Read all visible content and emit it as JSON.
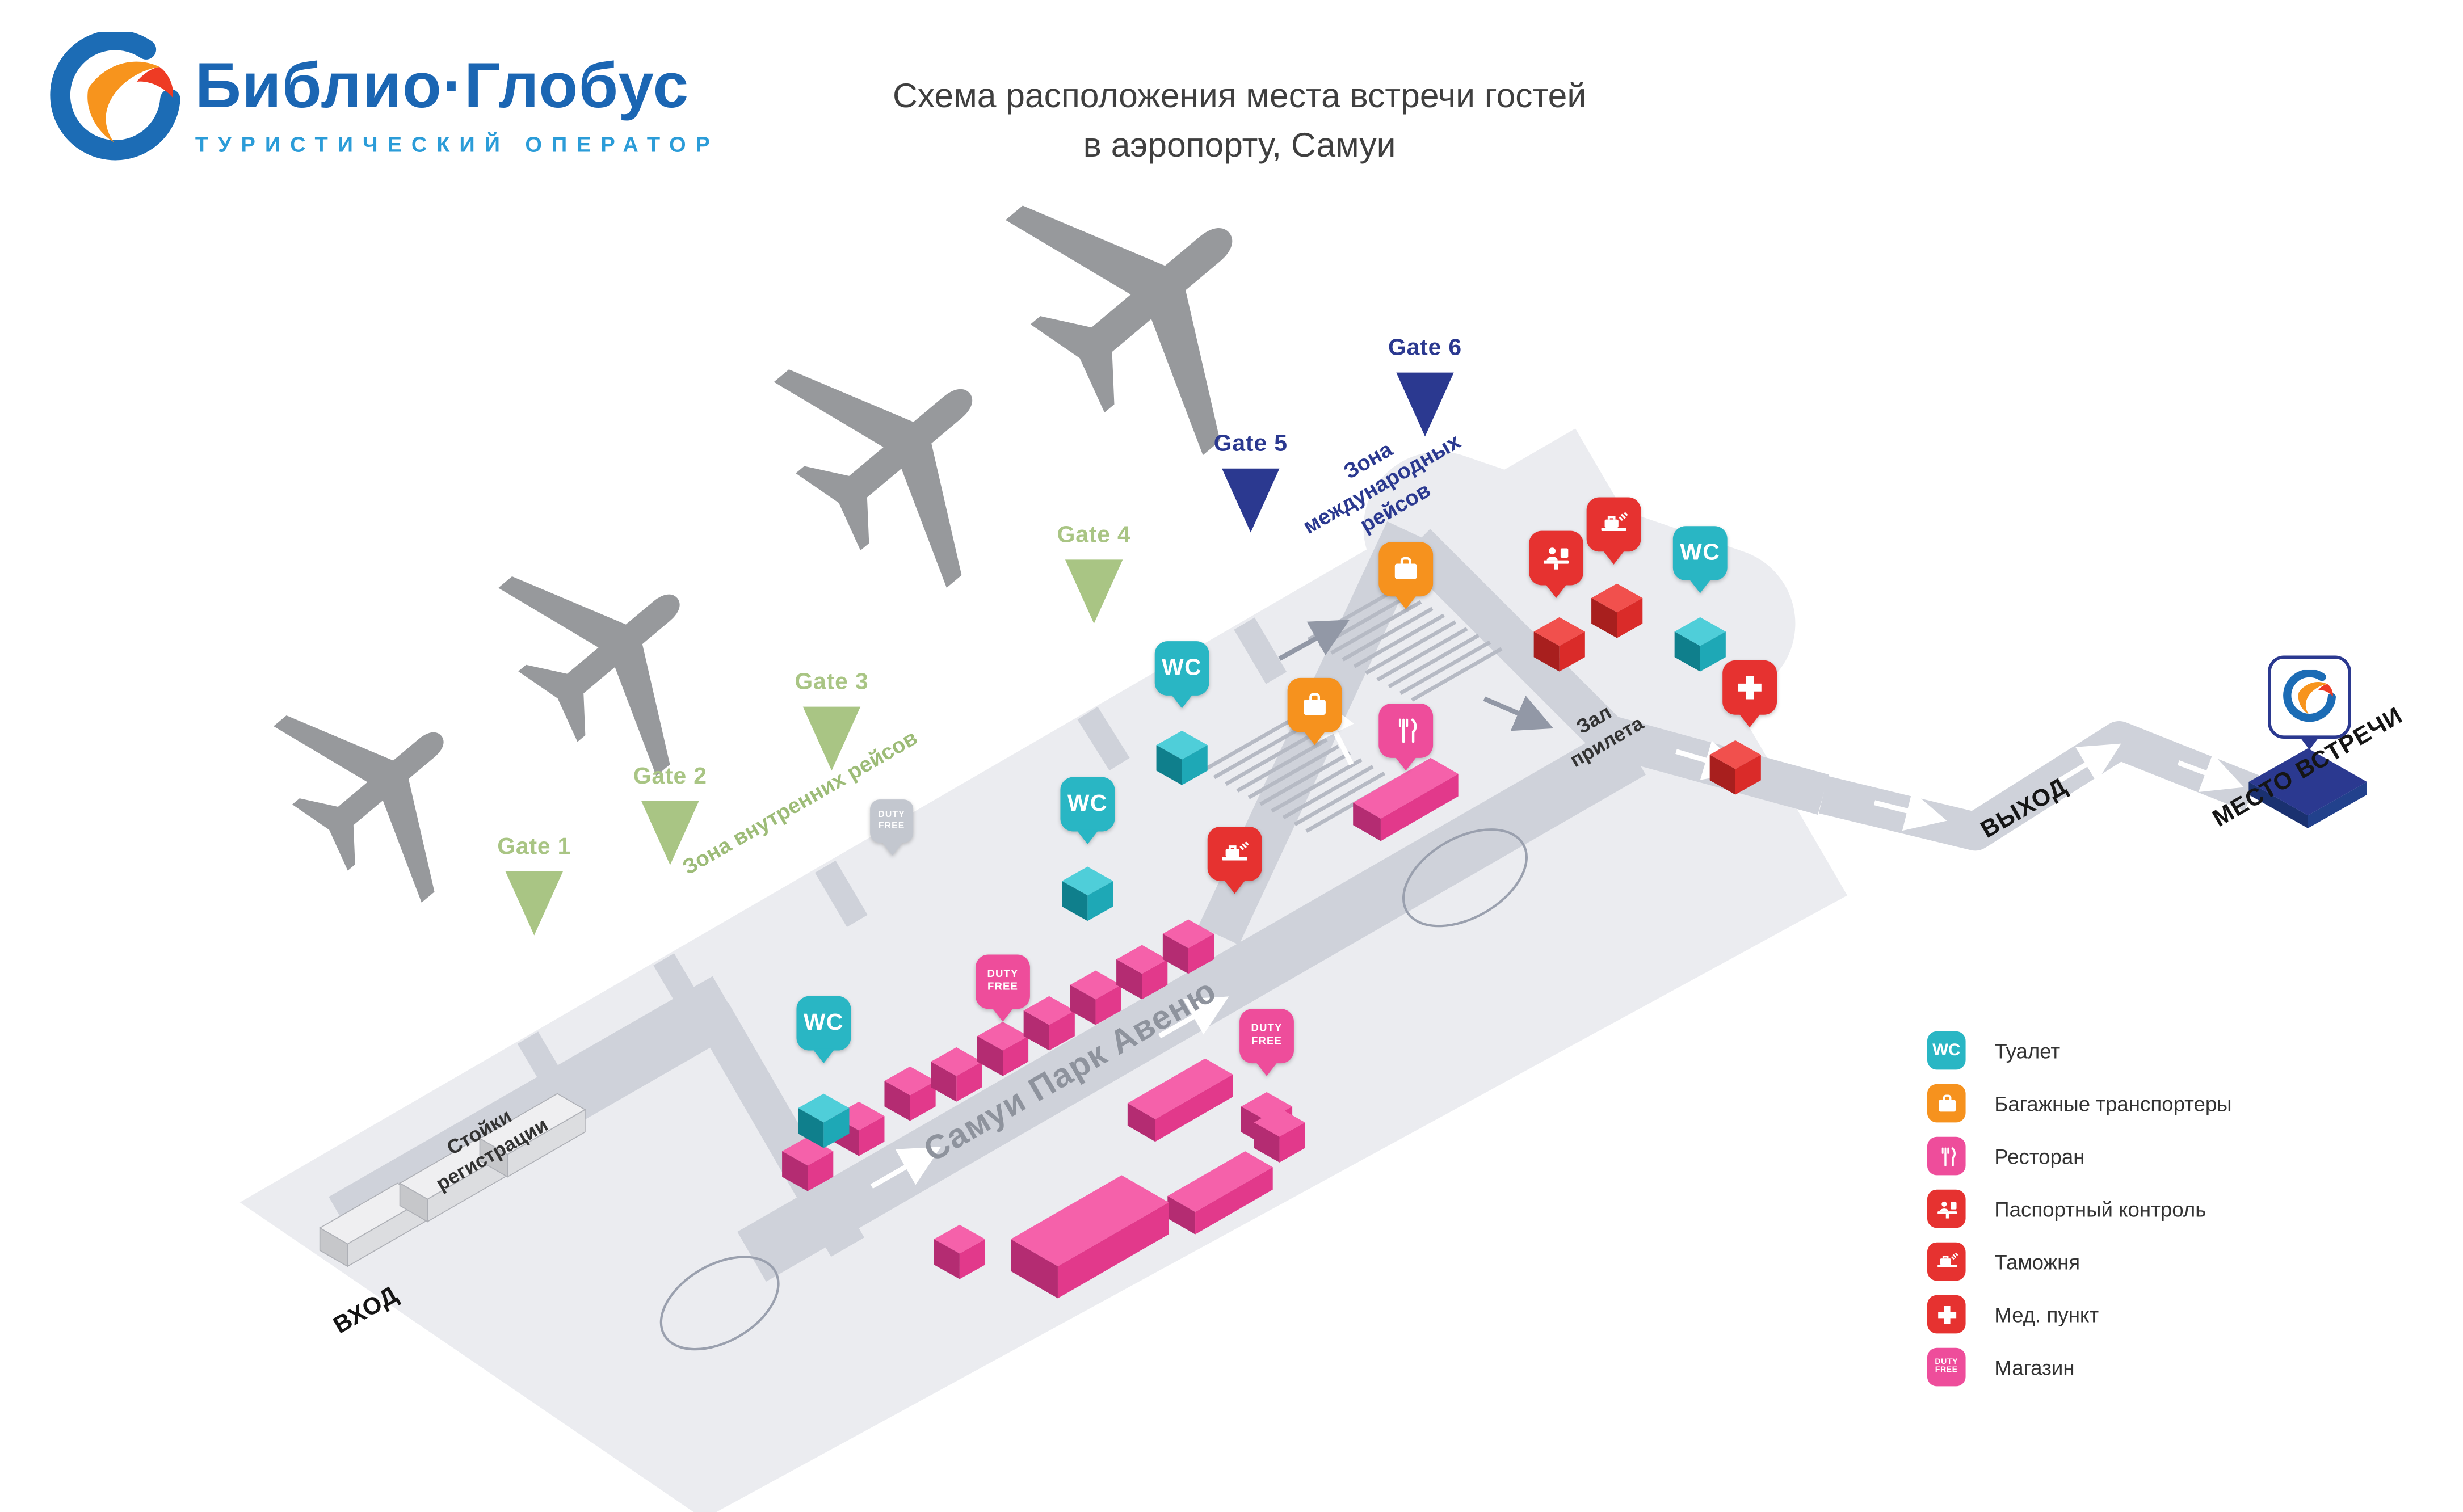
{
  "brand": {
    "name": "Библио·Глобус",
    "tagline": "ТУРИСТИЧЕСКИЙ ОПЕРАТОР"
  },
  "title": {
    "line1": "Схема расположения места встречи гостей",
    "line2": "в аэропорту, Самуи"
  },
  "gates": [
    {
      "label": "Gate 1"
    },
    {
      "label": "Gate 2"
    },
    {
      "label": "Gate 3"
    },
    {
      "label": "Gate 4"
    },
    {
      "label": "Gate 5"
    },
    {
      "label": "Gate 6"
    }
  ],
  "zones": {
    "domestic": "Зона внутренних рейсов",
    "international_line1": "Зона",
    "international_line2": "международных рейсов"
  },
  "map_labels": {
    "checkin_line1": "Стойки",
    "checkin_line2": "регистрации",
    "entrance": "ВХОД",
    "avenue": "Самуи Парк Авеню",
    "arrivals_line1": "Зал",
    "arrivals_line2": "прилета",
    "exit": "ВЫХОД",
    "meeting": "МЕСТО ВСТРЕЧИ"
  },
  "badges": {
    "wc": "WC",
    "duty_line1": "DUTY",
    "duty_line2": "FREE"
  },
  "legend": {
    "items": [
      {
        "icon": "wc-icon",
        "label": "Туалет"
      },
      {
        "icon": "baggage-icon",
        "label": "Багажные транспортеры"
      },
      {
        "icon": "restaurant-icon",
        "label": "Ресторан"
      },
      {
        "icon": "passport-icon",
        "label": "Паспортный контроль"
      },
      {
        "icon": "customs-icon",
        "label": "Таможня"
      },
      {
        "icon": "medical-icon",
        "label": "Мед. пункт"
      },
      {
        "icon": "shop-icon",
        "label": "Магазин"
      }
    ]
  },
  "colors": {
    "teal": "#29b6c4",
    "orange": "#f6921e",
    "pink": "#ee4d9b",
    "red": "#e63230",
    "navy": "#2b3990",
    "green": "#a9c584",
    "brand_blue": "#1b66b3",
    "brand_teal": "#2b9cd8",
    "floor": "#ebecf0",
    "walkway": "#cfd2da"
  }
}
